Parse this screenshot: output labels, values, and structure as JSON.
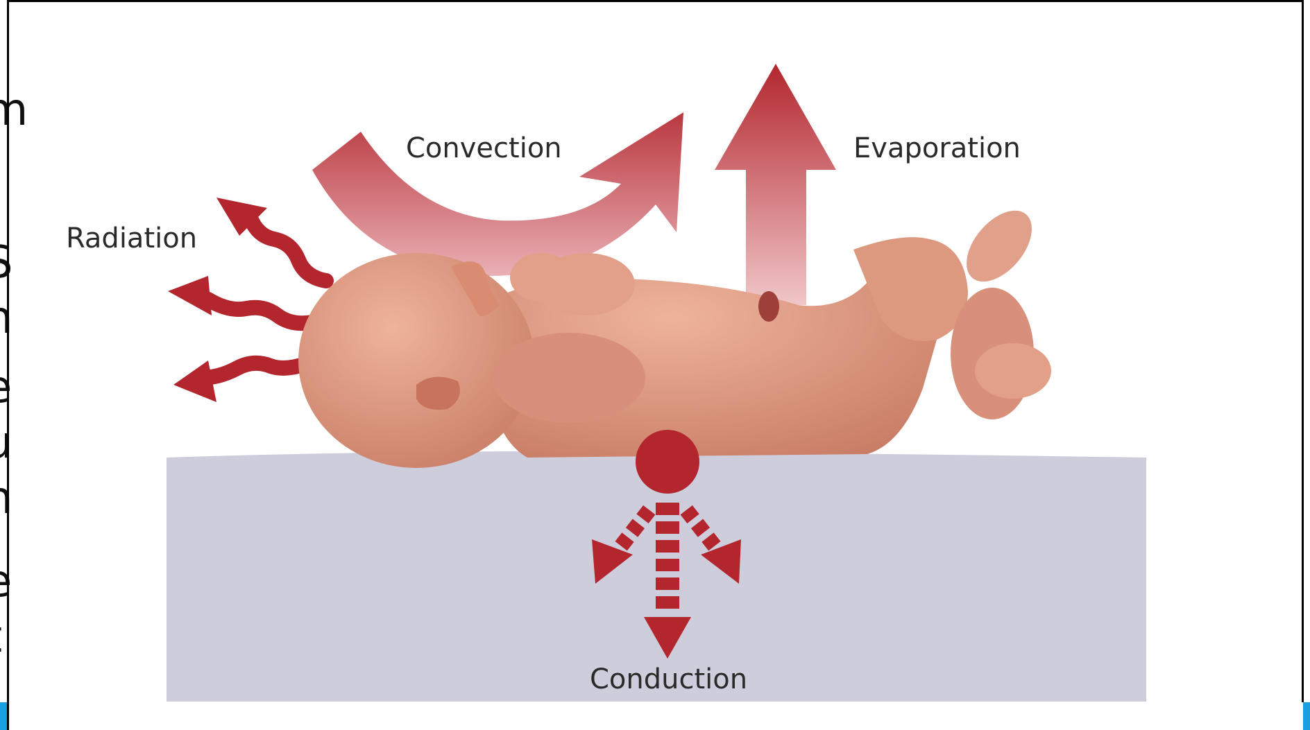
{
  "labels": {
    "radiation": "Radiation",
    "convection": "Convection",
    "evaporation": "Evaporation",
    "conduction": "Conduction"
  },
  "colors": {
    "arrow": "#b3262e",
    "surface": "#cecddc",
    "skin": "#e0997f",
    "accent_bar": "#1aa0e0"
  }
}
